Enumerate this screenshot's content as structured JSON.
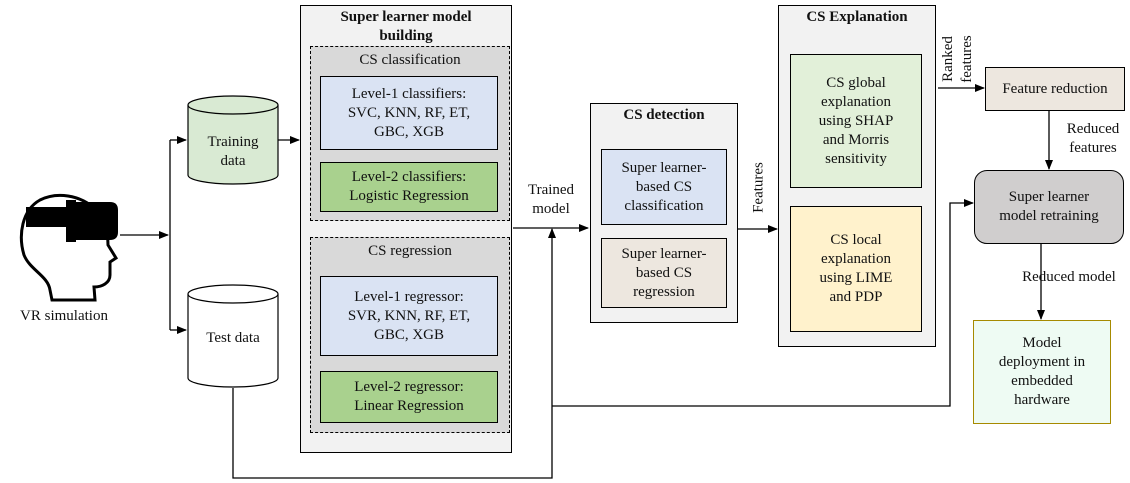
{
  "vr_simulation": "VR simulation",
  "training_data": "Training\ndata",
  "test_data": "Test data",
  "super_learner": {
    "title": "Super learner model\nbuilding",
    "classification": {
      "title": "CS classification",
      "level1": "Level-1 classifiers:\nSVC, KNN, RF, ET,\nGBC, XGB",
      "level2": "Level-2 classifiers:\nLogistic Regression"
    },
    "regression": {
      "title": "CS regression",
      "level1": "Level-1 regressor:\nSVR, KNN, RF, ET,\nGBC, XGB",
      "level2": "Level-2 regressor:\nLinear Regression"
    }
  },
  "trained_model": "Trained\nmodel",
  "detection": {
    "title": "CS detection",
    "classification": "Super learner-\nbased CS\nclassification",
    "regression": "Super learner-\nbased CS\nregression"
  },
  "features": "Features",
  "explanation": {
    "title": "CS Explanation",
    "global": "CS global\nexplanation\nusing SHAP\nand Morris\nsensitivity",
    "local": "CS local\nexplanation\nusing LIME\nand PDP"
  },
  "ranked_features": "Ranked\nfeatures",
  "feature_reduction": "Feature reduction",
  "reduced_features": "Reduced\nfeatures",
  "retraining": "Super learner\nmodel retraining",
  "reduced_model": "Reduced model",
  "deployment": "Model\ndeployment in\nembedded\nhardware",
  "colors": {
    "blue_fill": "#dae3f3",
    "green_fill": "#a9d18e",
    "light_green_fill": "#e2f0d9",
    "tan_fill": "#ede7df",
    "yellow_fill": "#fff2cc",
    "gray_fill": "#d0cece",
    "panel_fill": "#f2f2f2",
    "cylinder_green": "#d9ead3",
    "deploy_fill": "#eefbf3",
    "deploy_border": "#a68a00"
  }
}
